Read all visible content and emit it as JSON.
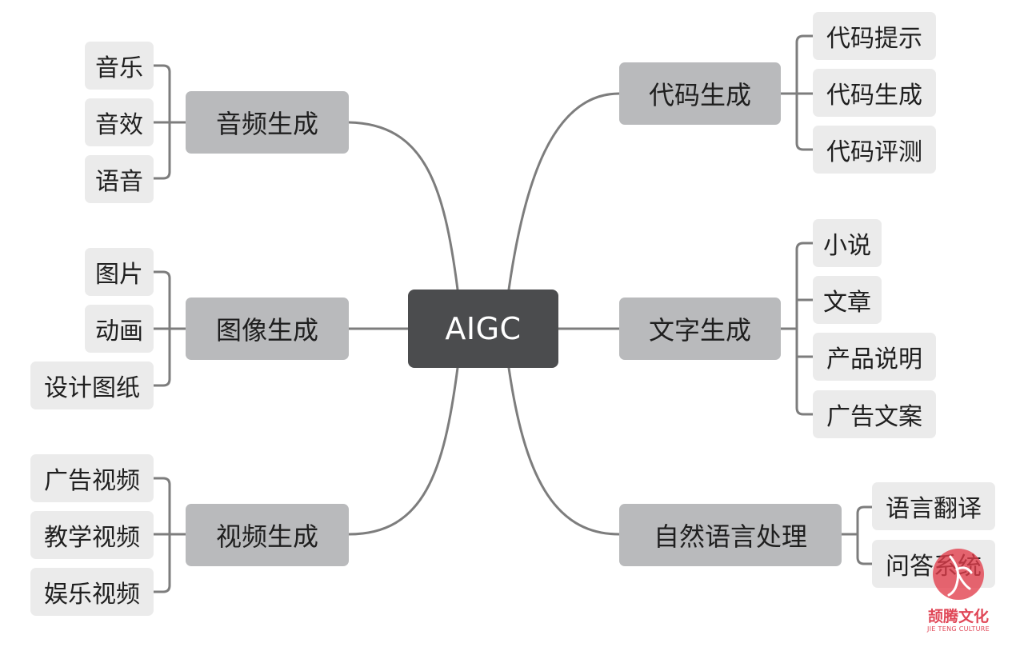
{
  "root": "AIGC",
  "branches": [
    {
      "id": "audio",
      "label": "音频生成",
      "leaves": [
        "音乐",
        "音效",
        "语音"
      ]
    },
    {
      "id": "image",
      "label": "图像生成",
      "leaves": [
        "图片",
        "动画",
        "设计图纸"
      ]
    },
    {
      "id": "video",
      "label": "视频生成",
      "leaves": [
        "广告视频",
        "教学视频",
        "娱乐视频"
      ]
    },
    {
      "id": "code",
      "label": "代码生成",
      "leaves": [
        "代码提示",
        "代码生成",
        "代码评测"
      ]
    },
    {
      "id": "text",
      "label": "文字生成",
      "leaves": [
        "小说",
        "文章",
        "产品说明",
        "广告文案"
      ]
    },
    {
      "id": "nlp",
      "label": "自然语言处理",
      "leaves": [
        "语言翻译",
        "问答系统"
      ]
    }
  ],
  "watermark": {
    "name_cn": "颉腾文化",
    "name_en": "JIE TENG CULTURE"
  }
}
